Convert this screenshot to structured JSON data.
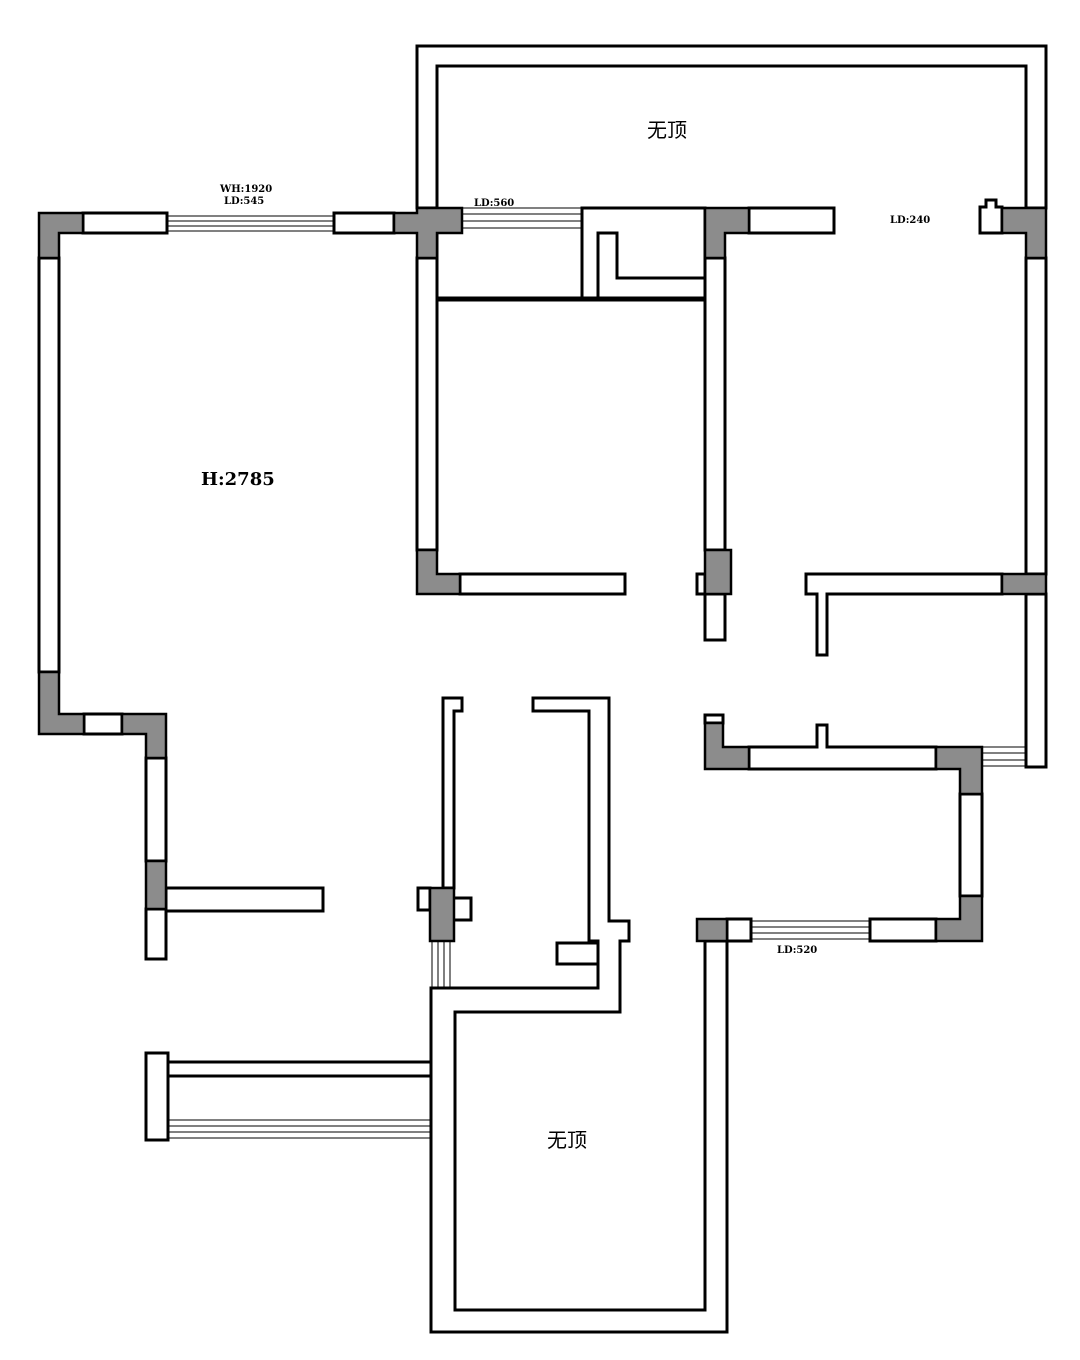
{
  "plan": {
    "labels": {
      "terrace_top": "无顶",
      "terrace_bottom": "无顶",
      "height": "H:2785",
      "window_width": "WH:1920",
      "ld_545": "LD:545",
      "ld_560": "LD:560",
      "ld_240": "LD:240",
      "ld_520": "LD:520"
    },
    "colors": {
      "wall_fill": "#ffffff",
      "wall_stroke": "#000000",
      "column_fill": "#8c8c8c"
    }
  }
}
